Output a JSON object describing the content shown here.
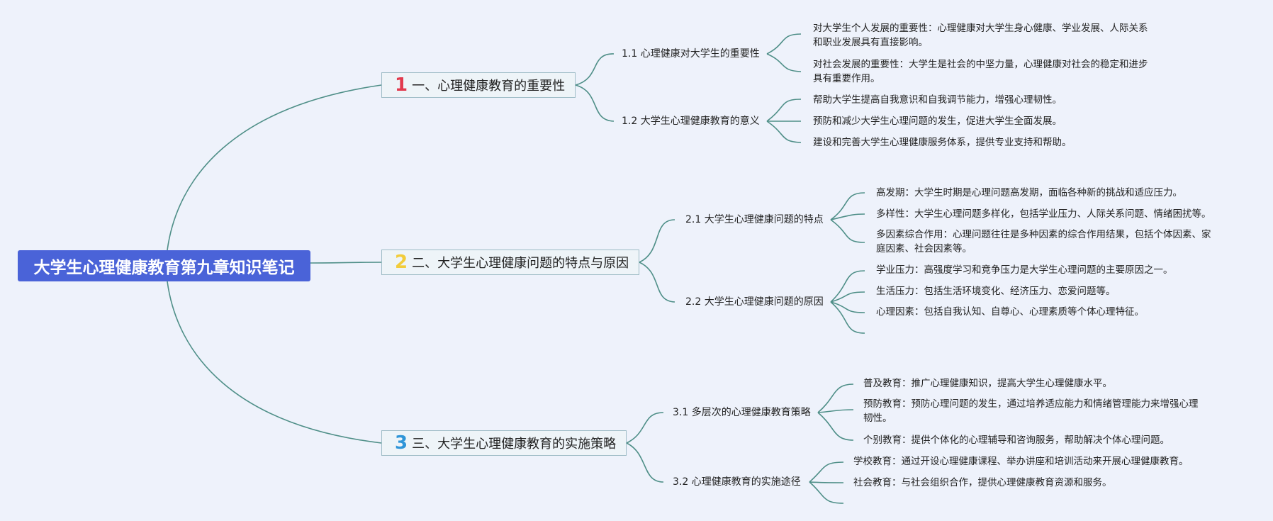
{
  "title": "大学生心理健康教育第九章知识笔记",
  "sections": [
    {
      "number": "1",
      "number_color": "#e23a4e",
      "label": "一、心理健康教育的重要性",
      "subs": [
        {
          "label": "1.1 心理健康对大学生的重要性",
          "leaves": [
            [
              "对大学生个人发展的重要性：心理健康对大学生身心健康、学业发展、人际关系",
              "和职业发展具有直接影响。"
            ],
            [
              "对社会发展的重要性：大学生是社会的中坚力量，心理健康对社会的稳定和进步",
              "具有重要作用。"
            ]
          ]
        },
        {
          "label": "1.2 大学生心理健康教育的意义",
          "leaves": [
            [
              "帮助大学生提高自我意识和自我调节能力，增强心理韧性。"
            ],
            [
              "预防和减少大学生心理问题的发生，促进大学生全面发展。"
            ],
            [
              "建设和完善大学生心理健康服务体系，提供专业支持和帮助。"
            ]
          ]
        }
      ]
    },
    {
      "number": "2",
      "number_color": "#f2cc3a",
      "label": "二、大学生心理健康问题的特点与原因",
      "subs": [
        {
          "label": "2.1 大学生心理健康问题的特点",
          "leaves": [
            [
              "高发期：大学生时期是心理问题高发期，面临各种新的挑战和适应压力。"
            ],
            [
              "多样性：大学生心理问题多样化，包括学业压力、人际关系问题、情绪困扰等。"
            ],
            [
              "多因素综合作用：心理问题往往是多种因素的综合作用结果，包括个体因素、家",
              "庭因素、社会因素等。"
            ]
          ]
        },
        {
          "label": "2.2 大学生心理健康问题的原因",
          "leaves": [
            [
              "学业压力：高强度学习和竞争压力是大学生心理问题的主要原因之一。"
            ],
            [
              "生活压力：包括生活环境变化、经济压力、恋爱问题等。"
            ],
            [
              "心理因素：包括自我认知、自尊心、心理素质等个体心理特征。"
            ],
            [
              ""
            ]
          ]
        }
      ]
    },
    {
      "number": "3",
      "number_color": "#2f95d8",
      "label": "三、大学生心理健康教育的实施策略",
      "subs": [
        {
          "label": "3.1 多层次的心理健康教育策略",
          "leaves": [
            [
              "普及教育：推广心理健康知识，提高大学生心理健康水平。"
            ],
            [
              "预防教育：预防心理问题的发生，通过培养适应能力和情绪管理能力来增强心理",
              "韧性。"
            ],
            [
              "个别教育：提供个体化的心理辅导和咨询服务，帮助解决个体心理问题。"
            ]
          ]
        },
        {
          "label": "3.2 心理健康教育的实施途径",
          "leaves": [
            [
              "学校教育：通过开设心理健康课程、举办讲座和培训活动来开展心理健康教育。"
            ],
            [
              "社会教育：与社会组织合作，提供心理健康教育资源和服务。"
            ],
            [
              ""
            ]
          ]
        }
      ]
    }
  ]
}
